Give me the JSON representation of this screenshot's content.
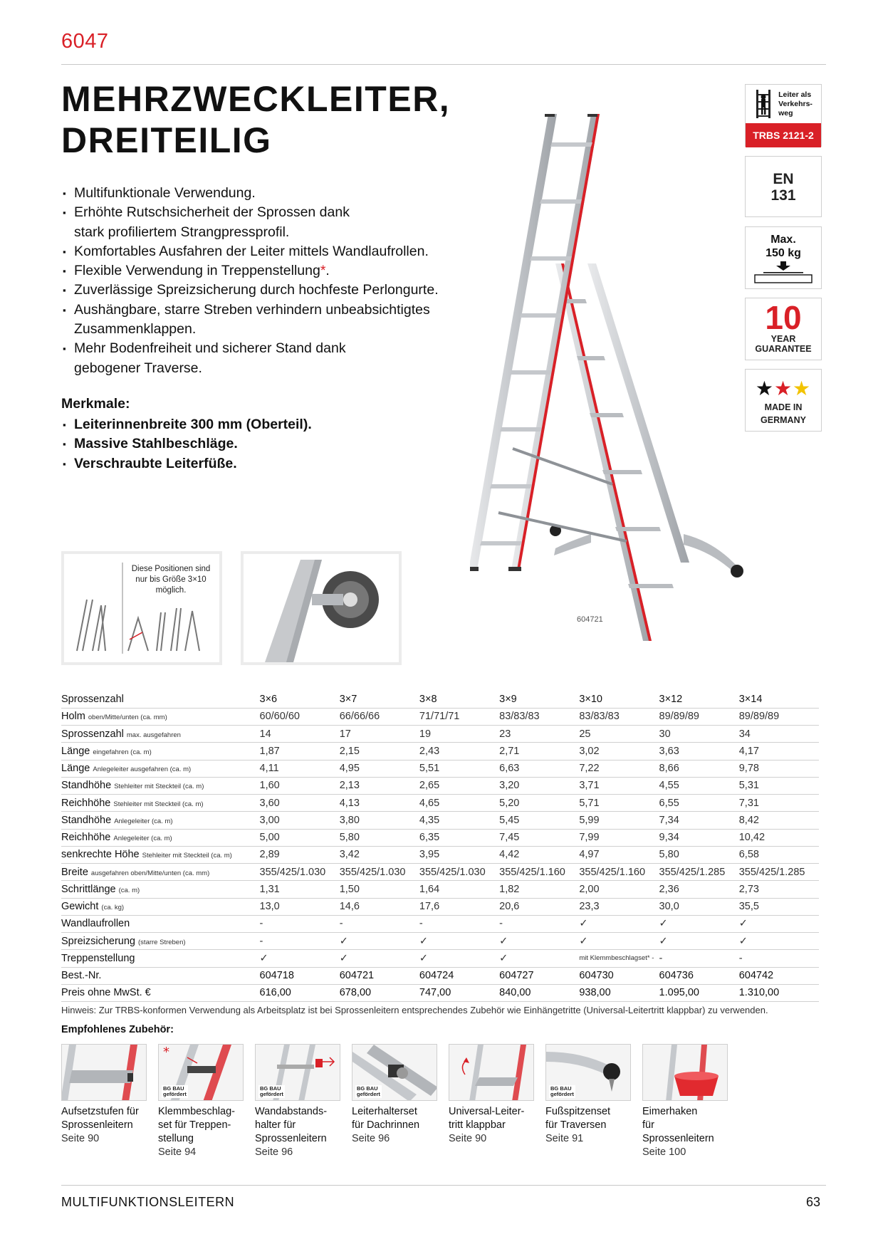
{
  "header": {
    "article_number": "6047",
    "title_line1": "MEHRZWECKLEITER,",
    "title_line2": "DREITEILIG"
  },
  "description_bullets": [
    "Multifunktionale Verwendung.",
    "Erhöhte Rutschsicherheit der Sprossen dank stark profiliertem Strangpressprofil.",
    "Komfortables Ausfahren der Leiter mittels Wandlaufrollen.",
    "Flexible Verwendung in Treppenstellung",
    "Zuverlässige Spreizsicherung durch hochfeste Perlongurte.",
    "Aushängbare, starre Streben verhindern unbeabsichtigtes Zusammenklappen.",
    "Mehr Bodenfreiheit und sicherer Stand dank gebogener Traverse."
  ],
  "bullet_star": "*",
  "features": {
    "title": "Merkmale:",
    "items": [
      "Leiterinnenbreite 300 mm (Oberteil).",
      "Massive Stahlbeschläge.",
      "Verschraubte Leiterfüße."
    ]
  },
  "badges": {
    "trbs_label": [
      "Leiter als",
      "Verkehrs-",
      "weg"
    ],
    "trbs_code": "TRBS 2121-2",
    "en_line1": "EN",
    "en_line2": "131",
    "max_line1": "Max.",
    "max_line2": "150 kg",
    "guarantee_number": "10",
    "guarantee_line1": "YEAR",
    "guarantee_line2": "GUARANTEE",
    "made_line1": "MADE IN",
    "made_line2": "GERMANY"
  },
  "ladder_image_code": "604721",
  "thumbnail_note": "Diese Positionen sind nur bis Größe 3×10 möglich.",
  "spec_table": {
    "columns": [
      "3×6",
      "3×7",
      "3×8",
      "3×9",
      "3×10",
      "3×12",
      "3×14"
    ],
    "header_label": "Sprossenzahl",
    "rows": [
      {
        "label": "Holm",
        "sub": "oben/Mitte/unten (ca. mm)",
        "values": [
          "60/60/60",
          "66/66/66",
          "71/71/71",
          "83/83/83",
          "83/83/83",
          "89/89/89",
          "89/89/89"
        ]
      },
      {
        "label": "Sprossenzahl",
        "sub": "max. ausgefahren",
        "values": [
          "14",
          "17",
          "19",
          "23",
          "25",
          "30",
          "34"
        ]
      },
      {
        "label": "Länge",
        "sub": "eingefahren (ca. m)",
        "values": [
          "1,87",
          "2,15",
          "2,43",
          "2,71",
          "3,02",
          "3,63",
          "4,17"
        ]
      },
      {
        "label": "Länge",
        "sub": "Anlegeleiter ausgefahren (ca. m)",
        "values": [
          "4,11",
          "4,95",
          "5,51",
          "6,63",
          "7,22",
          "8,66",
          "9,78"
        ]
      },
      {
        "label": "Standhöhe",
        "sub": "Stehleiter mit Steckteil (ca. m)",
        "values": [
          "1,60",
          "2,13",
          "2,65",
          "3,20",
          "3,71",
          "4,55",
          "5,31"
        ]
      },
      {
        "label": "Reichhöhe",
        "sub": "Stehleiter mit Steckteil (ca. m)",
        "values": [
          "3,60",
          "4,13",
          "4,65",
          "5,20",
          "5,71",
          "6,55",
          "7,31"
        ]
      },
      {
        "label": "Standhöhe",
        "sub": "Anlegeleiter (ca. m)",
        "values": [
          "3,00",
          "3,80",
          "4,35",
          "5,45",
          "5,99",
          "7,34",
          "8,42"
        ]
      },
      {
        "label": "Reichhöhe",
        "sub": "Anlegeleiter (ca. m)",
        "values": [
          "5,00",
          "5,80",
          "6,35",
          "7,45",
          "7,99",
          "9,34",
          "10,42"
        ]
      },
      {
        "label": "senkrechte Höhe",
        "sub": "Stehleiter mit Steckteil (ca. m)",
        "values": [
          "2,89",
          "3,42",
          "3,95",
          "4,42",
          "4,97",
          "5,80",
          "6,58"
        ]
      },
      {
        "label": "Breite",
        "sub": "ausgefahren oben/Mitte/unten (ca. mm)",
        "values": [
          "355/425/1.030",
          "355/425/1.030",
          "355/425/1.030",
          "355/425/1.160",
          "355/425/1.160",
          "355/425/1.285",
          "355/425/1.285"
        ]
      },
      {
        "label": "Schrittlänge",
        "sub": "(ca. m)",
        "values": [
          "1,31",
          "1,50",
          "1,64",
          "1,82",
          "2,00",
          "2,36",
          "2,73"
        ]
      },
      {
        "label": "Gewicht",
        "sub": "(ca. kg)",
        "values": [
          "13,0",
          "14,6",
          "17,6",
          "20,6",
          "23,3",
          "30,0",
          "35,5"
        ]
      },
      {
        "label": "Wandlaufrollen",
        "sub": "",
        "values": [
          "-",
          "-",
          "-",
          "-",
          "✓",
          "✓",
          "✓"
        ]
      },
      {
        "label": "Spreizsicherung",
        "sub": "(starre Streben)",
        "values": [
          "-",
          "✓",
          "✓",
          "✓",
          "✓",
          "✓",
          "✓"
        ]
      },
      {
        "label": "Treppenstellung",
        "sub": "",
        "values": [
          "✓",
          "✓",
          "✓",
          "✓",
          "mit Klemmbeschlagset* -",
          "-",
          "-"
        ]
      },
      {
        "label": "Best.-Nr.",
        "sub": "",
        "values": [
          "604718",
          "604721",
          "604724",
          "604727",
          "604730",
          "604736",
          "604742"
        ]
      },
      {
        "label": "Preis ohne MwSt. €",
        "sub": "",
        "values": [
          "616,00",
          "678,00",
          "747,00",
          "840,00",
          "938,00",
          "1.095,00",
          "1.310,00"
        ]
      }
    ]
  },
  "hint": "Hinweis: Zur TRBS-konformen Verwendung als Arbeitsplatz ist bei Sprossenleitern entsprechendes Zubehör wie Einhängetritte (Universal-Leitertritt klappbar) zu verwenden.",
  "accessories": {
    "title": "Empfohlenes Zubehör:",
    "bg_label": [
      "BG BAU",
      "gefördert"
    ],
    "items": [
      {
        "name1": "Aufsetzstufen für",
        "name2": "Sprossenleitern",
        "name3": "",
        "page": "Seite 90"
      },
      {
        "name1": "Klemmbeschlag-",
        "name2": "set für Treppen-",
        "name3": "stellung",
        "page": "Seite 94"
      },
      {
        "name1": "Wandabstands-",
        "name2": "halter für",
        "name3": "Sprossenleitern",
        "page": "Seite 96"
      },
      {
        "name1": "Leiterhalterset",
        "name2": "für Dachrinnen",
        "name3": "",
        "page": "Seite 96"
      },
      {
        "name1": "Universal-Leiter-",
        "name2": "tritt klappbar",
        "name3": "",
        "page": "Seite 90"
      },
      {
        "name1": "Fußspitzenset",
        "name2": "für Traversen",
        "name3": "",
        "page": "Seite 91"
      },
      {
        "name1": "Eimerhaken",
        "name2": "für Sprossenleitern",
        "name3": "",
        "page": "Seite 100"
      }
    ]
  },
  "footer": {
    "section": "MULTIFUNKTIONSLEITERN",
    "page_number": "63"
  },
  "colors": {
    "accent_red": "#d92027",
    "aluminium": "#c9ccd0",
    "text": "#111111"
  }
}
